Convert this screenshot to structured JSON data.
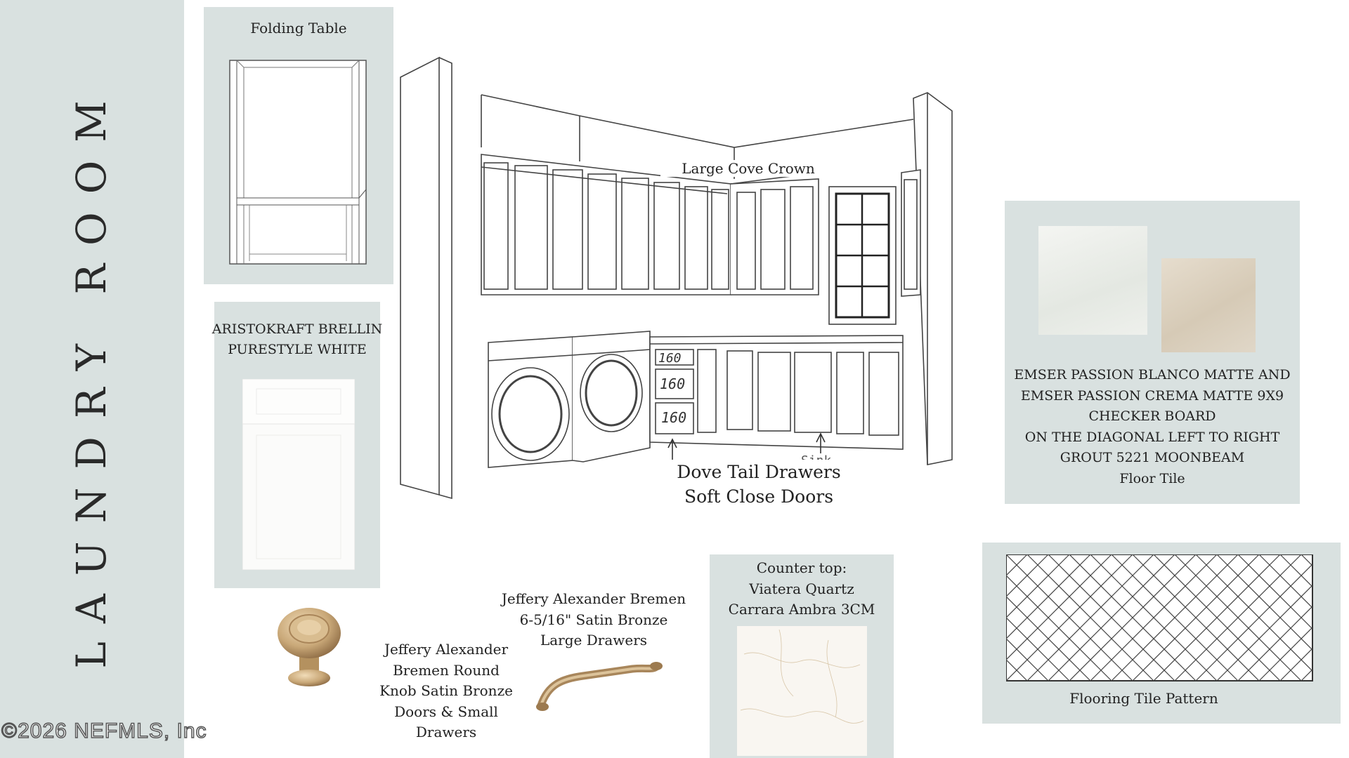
{
  "sidebar": {
    "title": "LAUNDRY ROOM"
  },
  "watermark": "©2026 NEFMLS, Inc",
  "folding_table": {
    "label": "Folding Table"
  },
  "cabinet_sample": {
    "label": "ARISTOKRAFT BRELLIN\nPURESTYLE WHITE"
  },
  "knob": {
    "label": "Jeffery Alexander\nBremen Round\nKnob Satin Bronze\nDoors & Small\nDrawers"
  },
  "pull": {
    "label": "Jeffery Alexander Bremen\n6-5/16\" Satin Bronze\nLarge Drawers"
  },
  "countertop": {
    "label": "Counter top:\nViatera Quartz\nCarrara Ambra 3CM"
  },
  "elevation": {
    "crown_label": "Large Cove Crown",
    "drawers_label": "Dove Tail Drawers\nSoft Close Doors",
    "sink_label": "Sink",
    "drawer_marks": [
      "160",
      "160",
      "160"
    ]
  },
  "floor_tile": {
    "label": "EMSER PASSION BLANCO MATTE AND\nEMSER PASSION CREMA MATTE 9X9\nCHECKER BOARD\nON THE DIAGONAL LEFT TO RIGHT\nGROUT 5221 MOONBEAM\nFloor Tile"
  },
  "tile_pattern": {
    "label": "Flooring Tile Pattern"
  },
  "colors": {
    "panel": "#d9e1e0",
    "bronze": "#c9a878",
    "tile_blanco": "#eef0ec",
    "tile_crema": "#ddd3c2"
  }
}
